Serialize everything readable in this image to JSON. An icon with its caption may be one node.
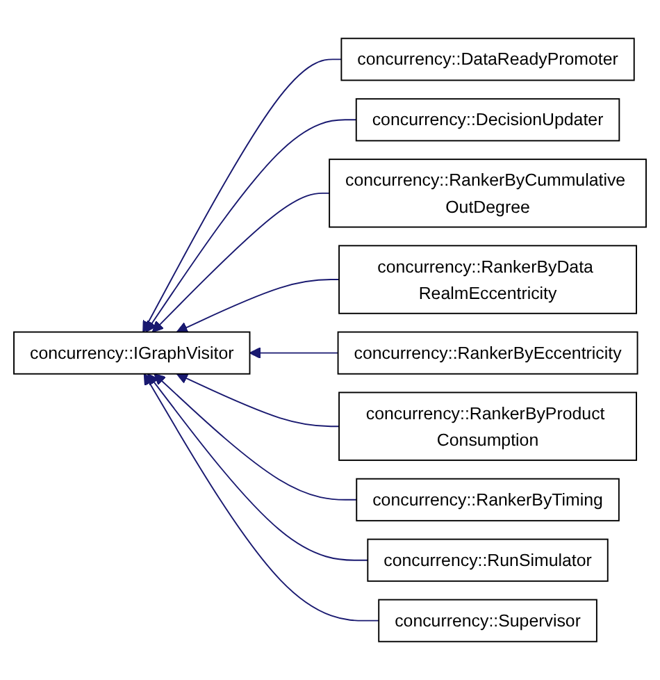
{
  "diagram": {
    "nodes": [
      {
        "text": [
          "concurrency::IGraphVisitor"
        ]
      },
      {
        "text": [
          "concurrency::DataReadyPromoter"
        ]
      },
      {
        "text": [
          "concurrency::DecisionUpdater"
        ]
      },
      {
        "text": [
          "concurrency::RankerByCummulative OutDegree"
        ]
      },
      {
        "text": [
          "concurrency::RankerByData RealmEccentricity"
        ]
      },
      {
        "text": [
          "concurrency::RankerByEccentricity"
        ]
      },
      {
        "text": [
          "concurrency::RankerByProduct Consumption"
        ]
      },
      {
        "text": [
          "concurrency::RankerByTiming"
        ]
      },
      {
        "text": [
          "concurrency::RunSimulator"
        ]
      },
      {
        "text": [
          "concurrency::Supervisor"
        ]
      }
    ],
    "edges": [
      {
        "from": 1,
        "to": 0,
        "arrow": "to"
      },
      {
        "from": 2,
        "to": 0,
        "arrow": "to"
      },
      {
        "from": 3,
        "to": 0,
        "arrow": "to"
      },
      {
        "from": 4,
        "to": 0,
        "arrow": "to"
      },
      {
        "from": 5,
        "to": 0,
        "arrow": "to"
      },
      {
        "from": 6,
        "to": 0,
        "arrow": "to"
      },
      {
        "from": 7,
        "to": 0,
        "arrow": "to"
      },
      {
        "from": 8,
        "to": 0,
        "arrow": "to"
      },
      {
        "from": 9,
        "to": 0,
        "arrow": "to"
      }
    ]
  }
}
